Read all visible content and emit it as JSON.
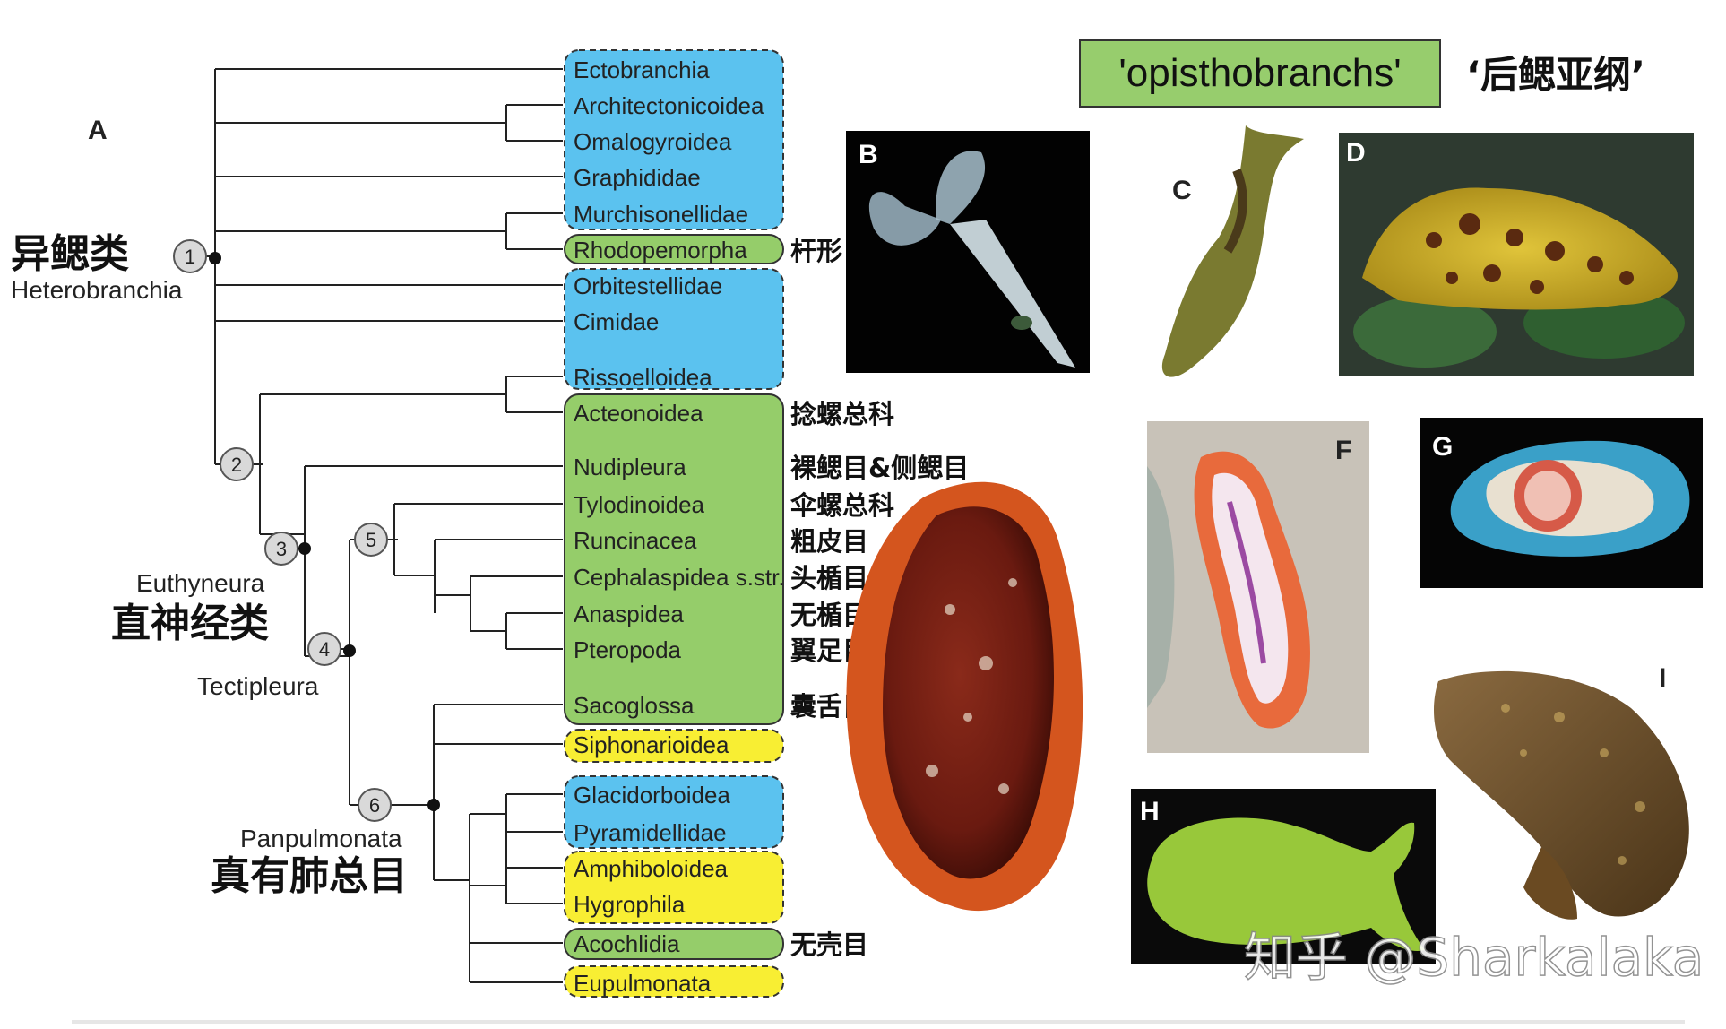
{
  "panel_letter": "A",
  "taxa": [
    {
      "name": "Ectobranchia",
      "group": "blue",
      "cn": ""
    },
    {
      "name": "Architectonicoidea",
      "group": "blue",
      "cn": ""
    },
    {
      "name": "Omalogyroidea",
      "group": "blue",
      "cn": ""
    },
    {
      "name": "Graphididae",
      "group": "blue",
      "cn": ""
    },
    {
      "name": "Murchisonellidae",
      "group": "blue",
      "cn": ""
    },
    {
      "name": "Rhodopemorpha",
      "group": "green",
      "cn": "杆形目"
    },
    {
      "name": "Orbitestellidae",
      "group": "blue",
      "cn": ""
    },
    {
      "name": "Cimidae",
      "group": "blue",
      "cn": ""
    },
    {
      "name": "Rissoelloidea",
      "group": "blue",
      "cn": ""
    },
    {
      "name": "Acteonoidea",
      "group": "green",
      "cn": "捻螺总科"
    },
    {
      "name": "Nudipleura",
      "group": "green",
      "cn": "裸鳃目&侧鳃目"
    },
    {
      "name": "Tylodinoidea",
      "group": "green",
      "cn": "伞螺总科"
    },
    {
      "name": "Runcinacea",
      "group": "green",
      "cn": "粗皮目"
    },
    {
      "name": "Cephalaspidea s.str.",
      "group": "green",
      "cn": "头楯目"
    },
    {
      "name": "Anaspidea",
      "group": "green",
      "cn": "无楯目"
    },
    {
      "name": "Pteropoda",
      "group": "green",
      "cn": "翼足目"
    },
    {
      "name": "Sacoglossa",
      "group": "green",
      "cn": "囊舌目"
    },
    {
      "name": "Siphonarioidea",
      "group": "yellow",
      "cn": ""
    },
    {
      "name": "Glacidorboidea",
      "group": "blue",
      "cn": ""
    },
    {
      "name": "Pyramidellidae",
      "group": "blue",
      "cn": ""
    },
    {
      "name": "Amphiboloidea",
      "group": "yellow",
      "cn": ""
    },
    {
      "name": "Hygrophila",
      "group": "yellow",
      "cn": ""
    },
    {
      "name": "Acochlidia",
      "group": "green",
      "cn": "无壳目"
    },
    {
      "name": "Eupulmonata",
      "group": "yellow",
      "cn": ""
    }
  ],
  "nodes": [
    "1",
    "2",
    "3",
    "4",
    "5",
    "6"
  ],
  "clades": {
    "heterobranchia_cn": "异鳃类",
    "heterobranchia": "Heterobranchia",
    "euthyneura": "Euthyneura",
    "euthyneura_cn": "直神经类",
    "tectipleura": "Tectipleura",
    "panpulmonata": "Panpulmonata",
    "panpulmonata_cn": "真有肺总目"
  },
  "legend": {
    "box_label": "'opisthobranchs'",
    "cn_label": "‘后鳃亚纲’"
  },
  "photo_labels": [
    "B",
    "C",
    "D",
    "F",
    "G",
    "H",
    "I"
  ],
  "watermark": "知乎 @Sharkalaka",
  "colors": {
    "blue": "#5bc2ef",
    "green": "#95cd6a",
    "yellow": "#f8ee33",
    "legend_green": "#97cd6d"
  }
}
